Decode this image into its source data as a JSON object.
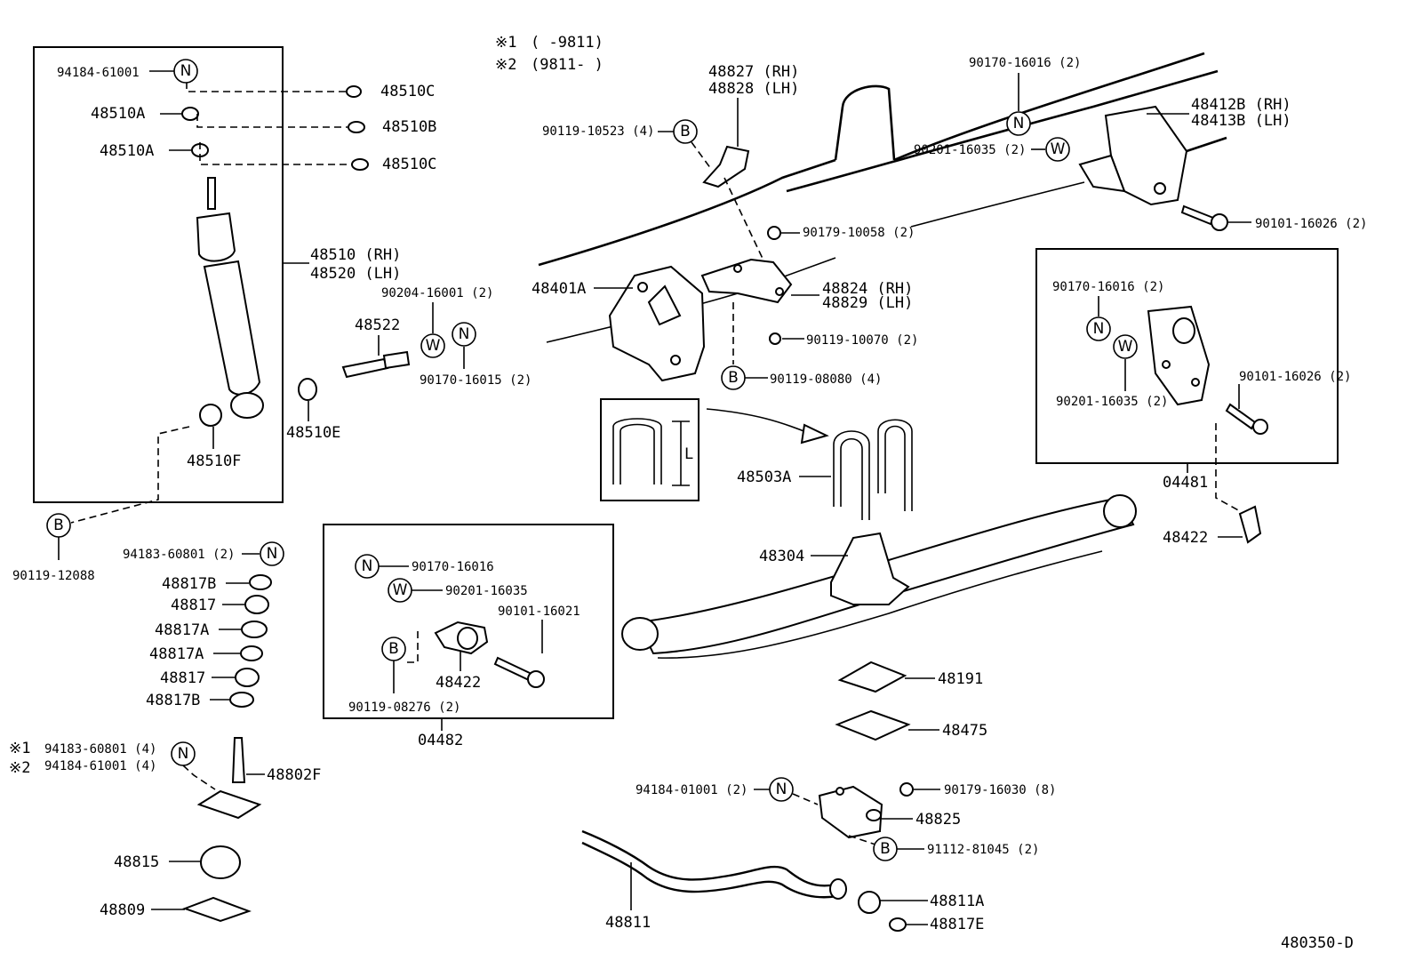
{
  "diagram_id": "480350-D",
  "notes": [
    {
      "mark": "※1",
      "range": "(       -9811)"
    },
    {
      "mark": "※2",
      "range": "(9811-       )"
    }
  ],
  "symbols": {
    "nut": "N",
    "bolt": "B",
    "washer": "W"
  },
  "legend_dimension": "L",
  "parts": {
    "p_94184_61001": "94184-61001",
    "p_48510C_1": "48510C",
    "p_48510A_1": "48510A",
    "p_48510B": "48510B",
    "p_48510A_2": "48510A",
    "p_48510C_2": "48510C",
    "p_48510_rh": "48510 (RH)",
    "p_48520_lh": "48520 (LH)",
    "p_48510F": "48510F",
    "p_48510E": "48510E",
    "p_48522": "48522",
    "p_90204": "90204-16001 (2)",
    "p_90170_16015": "90170-16015 (2)",
    "p_90119_12088": "90119-12088",
    "p_94183_60801": "94183-60801 (2)",
    "p_48817B_1": "48817B",
    "p_48817_1": "48817",
    "p_48817A_1": "48817A",
    "p_48817A_2": "48817A",
    "p_48817_2": "48817",
    "p_48817B_2": "48817B",
    "p_n1_94183": "94183-60801 (4)",
    "p_n2_94184": "94184-61001 (4)",
    "p_48802F": "48802F",
    "p_48815": "48815",
    "p_48809": "48809",
    "p_48827": "48827 (RH)",
    "p_48828": "48828 (LH)",
    "p_90119_10523": "90119-10523 (4)",
    "p_90170_16016_top": "90170-16016 (2)",
    "p_48412B": "48412B (RH)",
    "p_48413B": "48413B (LH)",
    "p_90201_16035_top": "90201-16035 (2)",
    "p_90101_16026_top": "90101-16026 (2)",
    "p_90179_10058": "90179-10058 (2)",
    "p_48401A": "48401A",
    "p_48824": "48824 (RH)",
    "p_48829": "48829 (LH)",
    "p_90119_10070": "90119-10070 (2)",
    "p_90119_08080": "90119-08080 (4)",
    "p_90170_16016_box": "90170-16016 (2)",
    "p_90201_16035_box": "90201-16035 (2)",
    "p_90101_16026_box": "90101-16026 (2)",
    "p_04481": "04481",
    "p_48422_r": "48422",
    "p_48503A": "48503A",
    "p_48304": "48304",
    "p_90170_16016_l": "90170-16016",
    "p_90201_16035_l": "90201-16035",
    "p_90101_16021": "90101-16021",
    "p_48422_l": "48422",
    "p_90119_08276": "90119-08276 (2)",
    "p_04482": "04482",
    "p_48191": "48191",
    "p_48475": "48475",
    "p_94184_01001": "94184-01001 (2)",
    "p_90179_16030": "90179-16030 (8)",
    "p_48825": "48825",
    "p_91112_81045": "91112-81045 (2)",
    "p_48811": "48811",
    "p_48811A": "48811A",
    "p_48817E": "48817E"
  }
}
